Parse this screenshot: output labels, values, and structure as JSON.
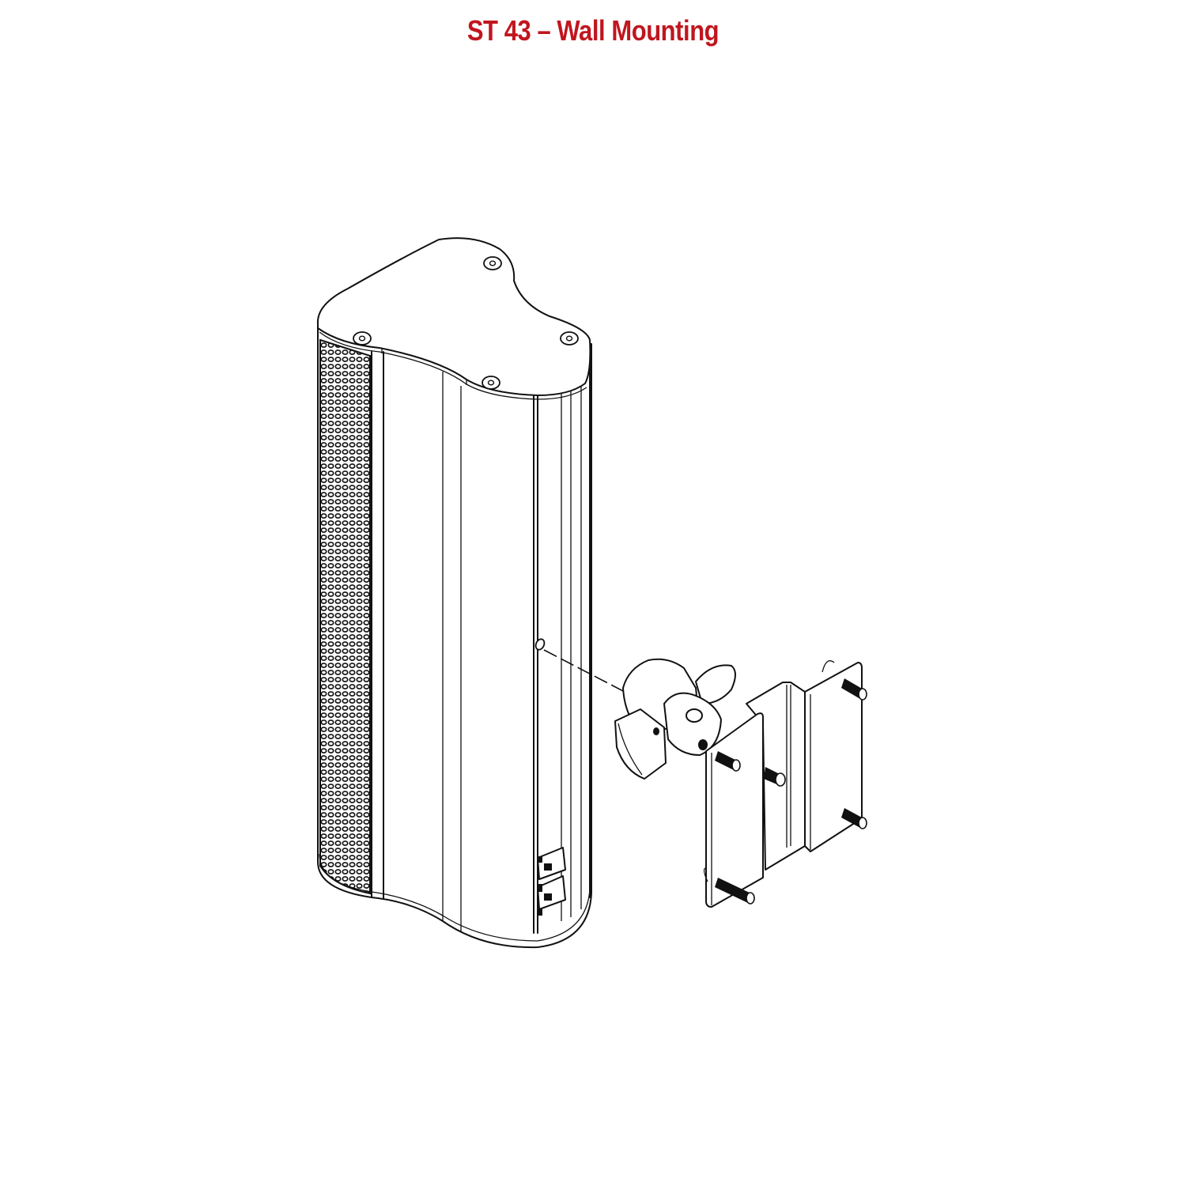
{
  "title": "ST 43 – Wall Mounting",
  "colors": {
    "title": "#C0161F",
    "line": "#111111",
    "background": "#FFFFFF"
  },
  "drawing": {
    "type": "exploded assembly illustration",
    "components": [
      {
        "name": "ST 43 column speaker",
        "features": [
          "top cap with 4 screws",
          "front perforated grille",
          "rear mounting hole",
          "dual connector panel at base"
        ]
      },
      {
        "name": "swivel ball joint with clamping knob"
      },
      {
        "name": "wall bracket (Z-profile)",
        "features": [
          "4 wall bolts",
          "1 central threaded stud"
        ]
      }
    ],
    "connection": "dashed line from speaker rear mounting hole to swivel joint"
  }
}
